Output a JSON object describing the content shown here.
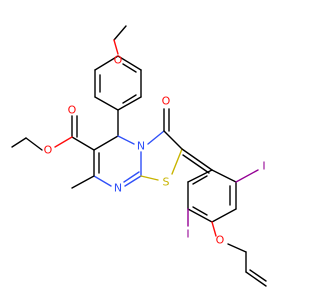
{
  "atoms": [
    {
      "id": "O_methoxy",
      "symbol": "O",
      "color": "#ff0d0d"
    },
    {
      "id": "O_ester_carbonyl",
      "symbol": "O",
      "color": "#ff0d0d"
    },
    {
      "id": "O_ester_single",
      "symbol": "O",
      "color": "#ff0d0d"
    },
    {
      "id": "O_ketone",
      "symbol": "O",
      "color": "#ff0d0d"
    },
    {
      "id": "O_allyloxy",
      "symbol": "O",
      "color": "#ff0d0d"
    },
    {
      "id": "N_ring",
      "symbol": "N",
      "color": "#3050f8"
    },
    {
      "id": "N_imine",
      "symbol": "N",
      "color": "#3050f8"
    },
    {
      "id": "S_thiazole",
      "symbol": "S",
      "color": "#c8b400"
    },
    {
      "id": "I_right",
      "symbol": "I",
      "color": "#940094"
    },
    {
      "id": "I_left",
      "symbol": "I",
      "color": "#940094"
    }
  ]
}
